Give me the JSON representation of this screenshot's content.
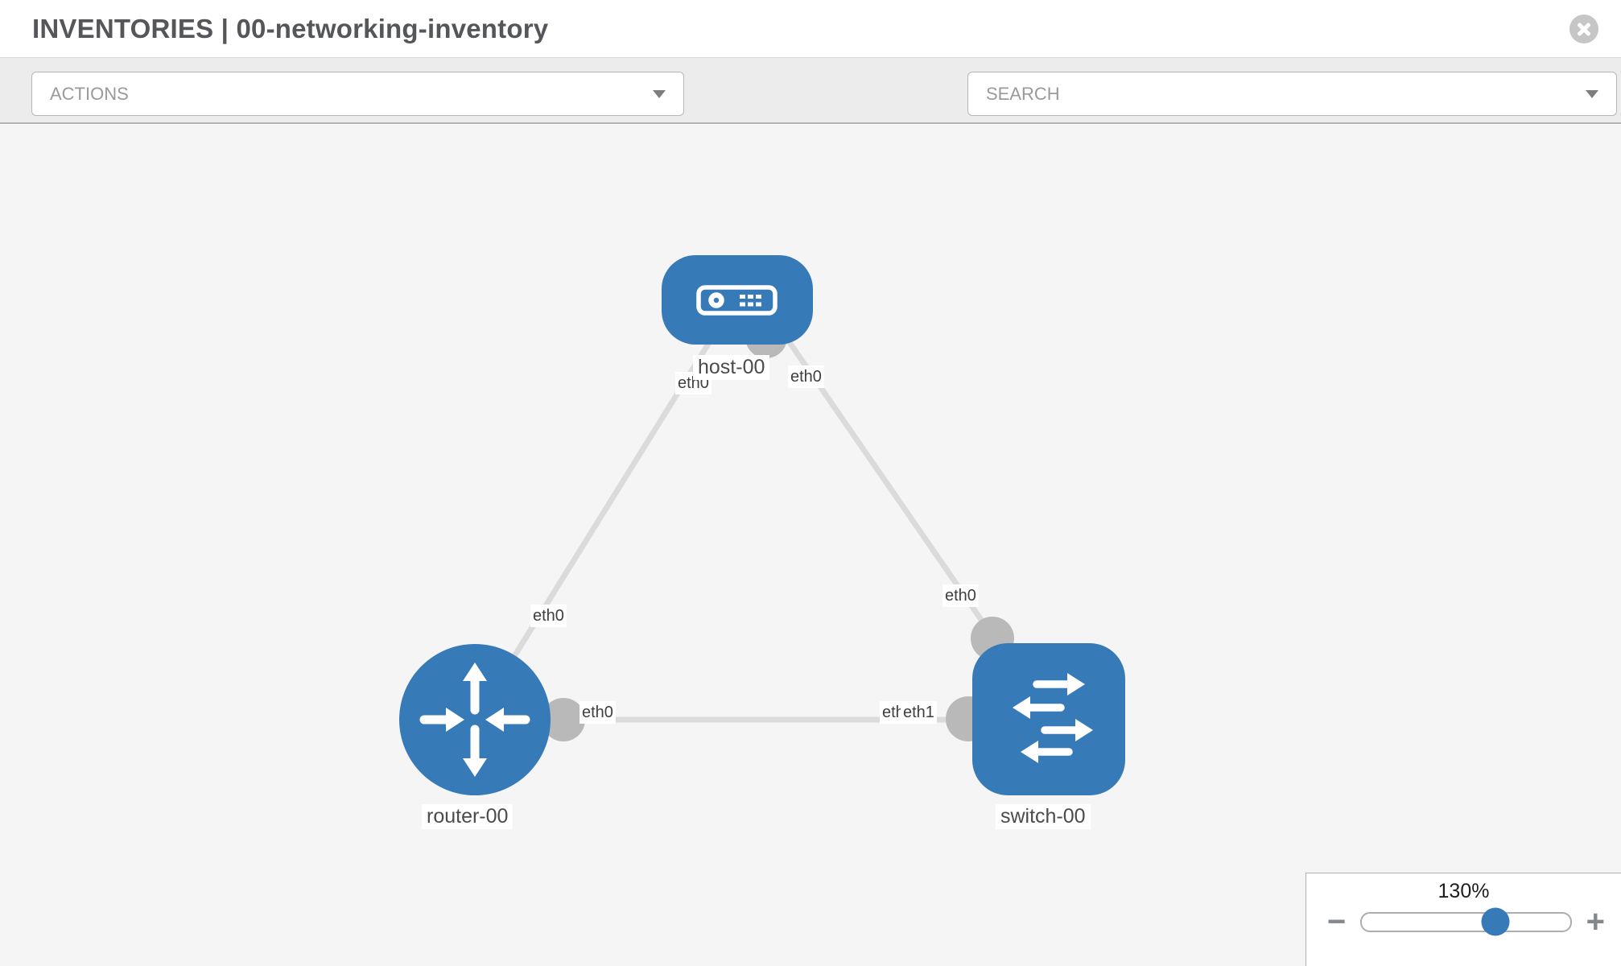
{
  "header": {
    "title": "INVENTORIES | 00-networking-inventory",
    "close_icon": "circle-x-icon"
  },
  "toolbar": {
    "actions_label": "ACTIONS",
    "search_label": "SEARCH",
    "icons": [
      "wrench-icon",
      "key-icon"
    ]
  },
  "topology": {
    "nodes": [
      {
        "name": "host-00",
        "type": "host"
      },
      {
        "name": "router-00",
        "type": "router"
      },
      {
        "name": "switch-00",
        "type": "switch"
      }
    ],
    "links": [
      {
        "source": "host-00",
        "source_interface": "eth0",
        "target": "router-00",
        "target_interface": "eth0"
      },
      {
        "source": "host-00",
        "source_interface": "eth0",
        "target": "switch-00",
        "target_interface": "eth0"
      },
      {
        "source": "router-00",
        "source_interface": "eth0",
        "target": "switch-00",
        "target_interface": "eth1"
      }
    ],
    "interface_chips": [
      {
        "id": "host-end-of-router-link",
        "text": "eth0"
      },
      {
        "id": "host-end-of-switch-link",
        "text": "eth0"
      },
      {
        "id": "router-end-of-host-link",
        "text": "eth0"
      },
      {
        "id": "router-end-of-switch-link",
        "text": "eth0"
      },
      {
        "id": "switch-end-of-host-link",
        "text": "eth0"
      },
      {
        "id": "switch-end-of-router-link-back",
        "text": "eth0"
      },
      {
        "id": "switch-end-of-router-link",
        "text": "eth1"
      }
    ]
  },
  "zoom_control": {
    "percent": 130,
    "percent_label": "130%",
    "minus_label": "−",
    "plus_label": "+"
  },
  "colors": {
    "node_fill": "#377ab8",
    "edge": "#dbdbdb",
    "bubble": "#b9b9b9",
    "toolbar_bg": "#ececec",
    "canvas_bg": "#f5f5f5",
    "close_circle": "#c6c6c6"
  }
}
